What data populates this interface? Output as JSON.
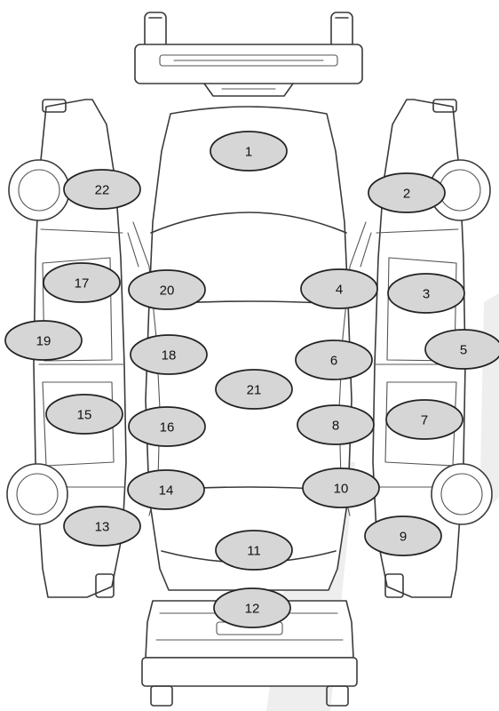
{
  "diagram": {
    "marker_fill": "#d6d6d6",
    "markers": [
      {
        "label": "1"
      },
      {
        "label": "2"
      },
      {
        "label": "3"
      },
      {
        "label": "4"
      },
      {
        "label": "5"
      },
      {
        "label": "6"
      },
      {
        "label": "7"
      },
      {
        "label": "8"
      },
      {
        "label": "9"
      },
      {
        "label": "10"
      },
      {
        "label": "11"
      },
      {
        "label": "12"
      },
      {
        "label": "13"
      },
      {
        "label": "14"
      },
      {
        "label": "15"
      },
      {
        "label": "16"
      },
      {
        "label": "17"
      },
      {
        "label": "18"
      },
      {
        "label": "19"
      },
      {
        "label": "20"
      },
      {
        "label": "21"
      },
      {
        "label": "22"
      }
    ]
  }
}
